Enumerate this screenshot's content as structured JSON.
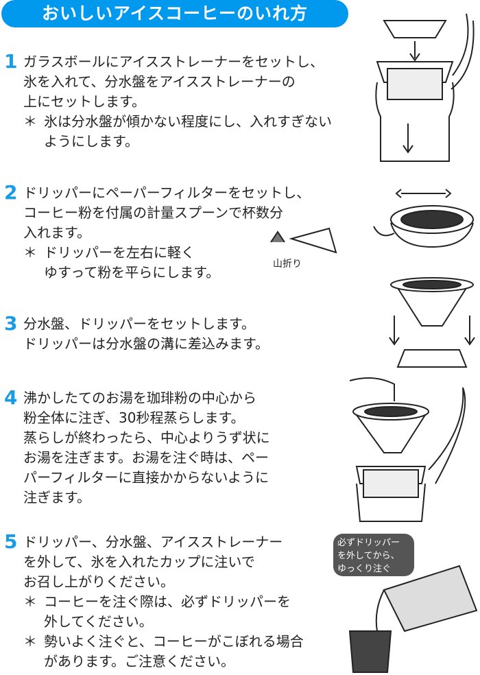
{
  "title": "おいしいアイスコーヒーのいれ方",
  "steps": [
    {
      "number": "1",
      "lines": [
        "ガラスボールにアイスストレーナーをセットし、",
        "氷を入れて、分水盤をアイスストレーナーの",
        "上にセットします。"
      ],
      "notes": [
        {
          "star": "＊",
          "lines": [
            "氷は分水盤が傾かない程度にし、入れすぎない",
            "ようにします。"
          ]
        }
      ]
    },
    {
      "number": "2",
      "lines": [
        "ドリッパーにペーパーフィルターをセットし、",
        "コーヒー粉を付属の計量スプーンで杯数分",
        "入れます。"
      ],
      "notes": [
        {
          "star": "＊",
          "lines": [
            "ドリッパーを左右に軽く",
            "ゆすって粉を平らにします。"
          ]
        }
      ]
    },
    {
      "number": "3",
      "lines": [
        "分水盤、ドリッパーをセットします。",
        "ドリッパーは分水盤の溝に差込みます。"
      ],
      "notes": []
    },
    {
      "number": "4",
      "lines": [
        "沸かしたてのお湯を珈琲粉の中心から",
        "粉全体に注ぎ、30秒程蒸らします。",
        "蒸らしが終わったら、中心よりうず状に",
        "お湯を注ぎます。お湯を注ぐ時は、ペー",
        "パーフィルターに直接かからないように",
        "注ぎます。"
      ],
      "notes": []
    },
    {
      "number": "5",
      "lines": [
        "ドリッパー、分水盤、アイスストレーナー",
        "を外して、氷を入れたカップに注いで",
        "お召し上がりください。"
      ],
      "notes": [
        {
          "star": "＊",
          "lines": [
            "コーヒーを注ぐ際は、必ずドリッパーを",
            "外してください。"
          ]
        },
        {
          "star": "＊",
          "lines": [
            "勢いよく注ぐと、コーヒーがこぼれる場合",
            "があります。ご注意ください。"
          ]
        }
      ]
    }
  ],
  "fold_label": "山折り",
  "bubble_lines": [
    "必ずドリッパー",
    "を外してから、",
    "ゆっくり注ぐ"
  ],
  "colors": {
    "accent": "#0099ee",
    "bubble": "#555555"
  }
}
